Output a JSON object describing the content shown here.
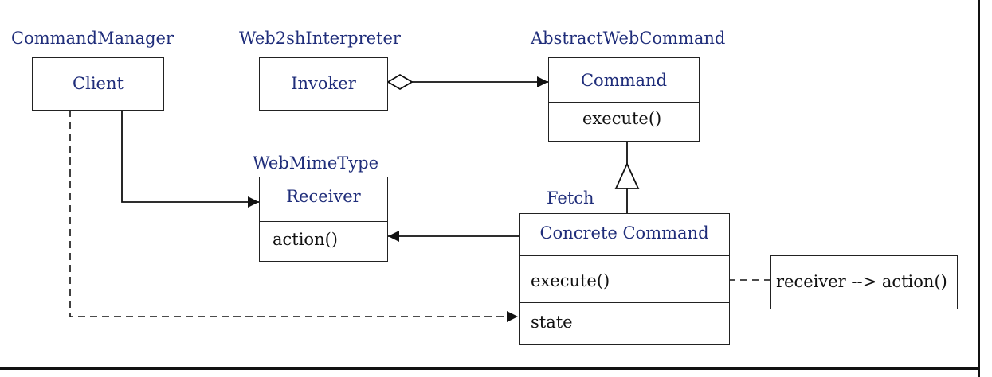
{
  "roles": {
    "command_manager": "CommandManager",
    "web2sh_interpreter": "Web2shInterpreter",
    "abstract_web_command": "AbstractWebCommand",
    "web_mime_type": "WebMimeType",
    "fetch": "Fetch"
  },
  "classes": {
    "client": {
      "name": "Client"
    },
    "invoker": {
      "name": "Invoker"
    },
    "command": {
      "name": "Command",
      "operation": "execute()"
    },
    "receiver": {
      "name": "Receiver",
      "operation": "action()"
    },
    "concrete_command": {
      "name": "Concrete Command",
      "operation": "execute()",
      "attribute": "state"
    }
  },
  "note": {
    "text": "receiver --> action()"
  }
}
